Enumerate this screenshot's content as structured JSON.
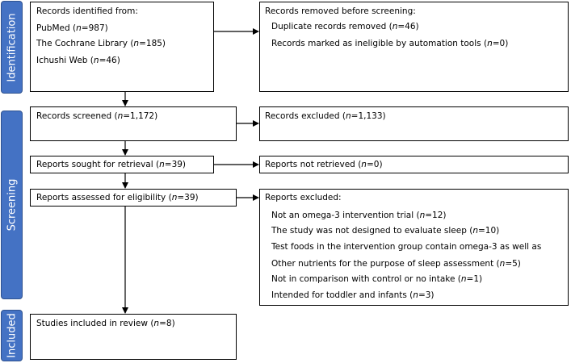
{
  "phases": {
    "identification": "Identification",
    "screening": "Screening",
    "included": "Included"
  },
  "boxes": {
    "records_identified": [
      "Records identified from:",
      "PubMed (n=987)",
      "The Cochrane Library (n=185)",
      "Ichushi Web (n=46)"
    ],
    "records_removed": [
      "Records removed before screening:",
      "Duplicate records removed (n=46)",
      "Records marked as ineligible by automation tools (n=0)"
    ],
    "records_screened": "Records screened (n=1,172)",
    "records_excluded": "Records excluded (n=1,133)",
    "reports_sought": "Reports sought for retrieval (n=39)",
    "reports_not_retrieved": "Reports not retrieved (n=0)",
    "reports_assessed": "Reports assessed for eligibility (n=39)",
    "reports_excluded": [
      "Reports excluded:",
      "Not an omega-3 intervention trial (n=12)",
      "The study was not designed to evaluate sleep (n=10)",
      "Test foods in the intervention group contain omega-3 as well as",
      "Other nutrients for the purpose of sleep assessment (n=5)",
      "Not in comparison with control or no intake  (n=1)",
      "Intended for toddler and infants (n=3)"
    ],
    "studies_included": "Studies included in review (n=8)"
  }
}
